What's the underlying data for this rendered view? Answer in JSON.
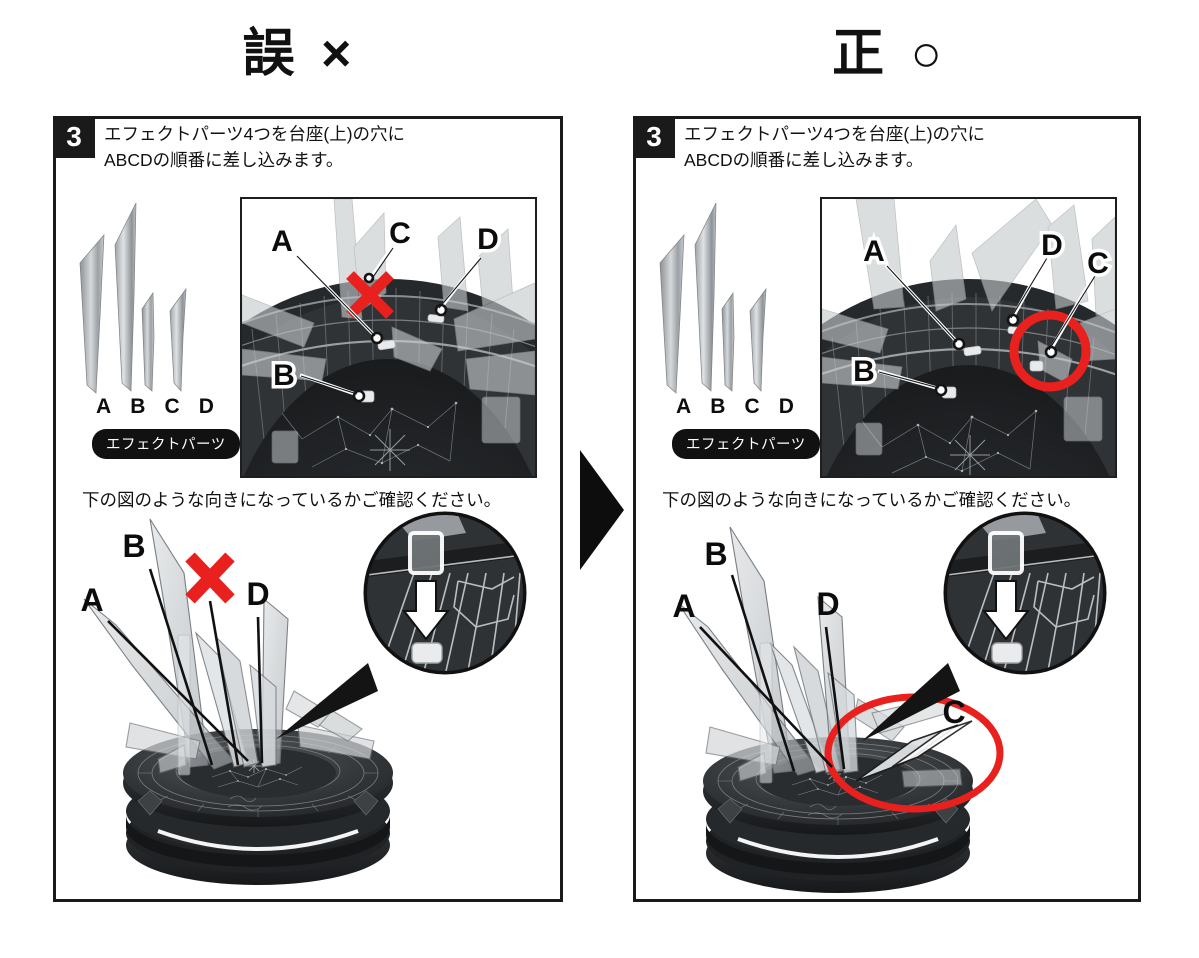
{
  "headers": {
    "wrong": "誤 ×",
    "correct": "正 ○"
  },
  "colors": {
    "ink": "#1a1a1a",
    "paper": "#ffffff",
    "alert_red": "#e8201e",
    "base_dark": "#2b2b2b",
    "part_glass": "#cfd2d4"
  },
  "panels": {
    "wrong": {
      "step_number": "3",
      "step_text": "エフェクトパーツ4つを台座(上)の穴に\nABCDの順番に差し込みます。",
      "parts_letters": [
        "A",
        "B",
        "C",
        "D"
      ],
      "parts_pill": "エフェクトパーツ",
      "mid_caption": "下の図のような向きになっているかご確認ください。",
      "photo_labels": [
        "A",
        "C",
        "D",
        "B"
      ],
      "photo_marker": "red-x",
      "diagram_labels": [
        "A",
        "B",
        "D"
      ],
      "diagram_marker": "red-x",
      "magnifier_arrow": "down-arrow"
    },
    "correct": {
      "step_number": "3",
      "step_text": "エフェクトパーツ4つを台座(上)の穴に\nABCDの順番に差し込みます。",
      "parts_letters": [
        "A",
        "B",
        "C",
        "D"
      ],
      "parts_pill": "エフェクトパーツ",
      "mid_caption": "下の図のような向きになっているかご確認ください。",
      "photo_labels": [
        "A",
        "D",
        "C",
        "B"
      ],
      "photo_marker": "red-circle",
      "diagram_labels": [
        "A",
        "B",
        "D",
        "C"
      ],
      "diagram_marker": "red-ellipse",
      "magnifier_arrow": "down-arrow"
    }
  },
  "transition": {
    "icon": "right-triangle-arrow"
  }
}
